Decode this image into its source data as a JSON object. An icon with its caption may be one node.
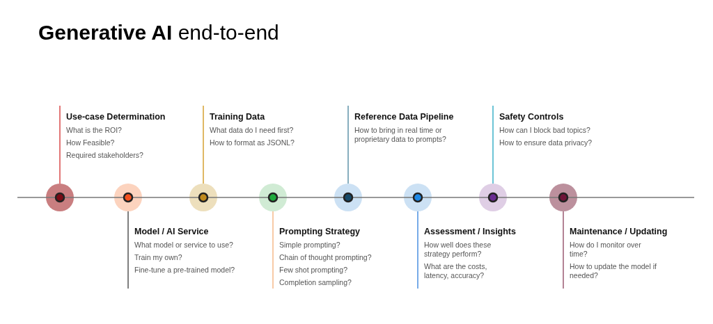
{
  "diagram": {
    "title": "**Generative AI** end-to-end",
    "nodes": [
      {
        "text": [
          "Use-case Determination",
          "What is the ROI?",
          "How Feasible?",
          "Required stakeholders?"
        ]
      },
      {
        "text": [
          "Model / AI Service",
          "What model or service to use?",
          "Train my own?",
          "Fine-tune a pre-trained model?"
        ]
      },
      {
        "text": [
          "Training Data",
          "What data do I need first?",
          "How to format as JSONL?"
        ]
      },
      {
        "text": [
          "Prompting Strategy",
          "Simple prompting?",
          "Chain of thought prompting?",
          "Few shot prompting?",
          "Completion sampling?"
        ]
      },
      {
        "text": [
          "Reference Data Pipeline",
          "How to bring in real time or proprietary data to prompts?"
        ]
      },
      {
        "text": [
          "Assessment / Insights",
          "How well does these strategy perform?",
          "What are the costs, latency, accuracy?"
        ]
      },
      {
        "text": [
          "Safety Controls",
          "How can I block bad topics?",
          "How to ensure data privacy?"
        ]
      },
      {
        "text": [
          "Maintenance / Updating",
          "How do I monitor over time?",
          "How to update the model if needed?"
        ]
      },
      {
        "text": [],
        "shape": "circle"
      },
      {
        "text": [],
        "shape": "circle"
      },
      {
        "text": [],
        "shape": "circle"
      },
      {
        "text": [],
        "shape": "circle"
      },
      {
        "text": [],
        "shape": "circle"
      },
      {
        "text": [],
        "shape": "circle"
      },
      {
        "text": [],
        "shape": "circle"
      },
      {
        "text": [],
        "shape": "circle"
      }
    ],
    "edges": [
      {
        "from": 0,
        "to": 8,
        "arrow": "none",
        "color": "#d84a4a"
      },
      {
        "from": 1,
        "to": 9,
        "arrow": "none",
        "color": "#555555"
      },
      {
        "from": 2,
        "to": 10,
        "arrow": "none",
        "color": "#d4a030"
      },
      {
        "from": 3,
        "to": 11,
        "arrow": "none",
        "color": "#f5b889"
      },
      {
        "from": 4,
        "to": 12,
        "arrow": "none",
        "color": "#5f93a8"
      },
      {
        "from": 5,
        "to": 13,
        "arrow": "none",
        "color": "#4a8fe0"
      },
      {
        "from": 6,
        "to": 14,
        "arrow": "none",
        "color": "#3bb0c9"
      },
      {
        "from": 7,
        "to": 15,
        "arrow": "none",
        "color": "#9a5a70"
      },
      {
        "from": 8,
        "to": 9,
        "arrow": "none"
      },
      {
        "from": 9,
        "to": 10,
        "arrow": "none"
      },
      {
        "from": 10,
        "to": 11,
        "arrow": "none"
      },
      {
        "from": 11,
        "to": 12,
        "arrow": "none"
      },
      {
        "from": 12,
        "to": 13,
        "arrow": "none"
      },
      {
        "from": 13,
        "to": 14,
        "arrow": "none"
      },
      {
        "from": 14,
        "to": 15,
        "arrow": "none"
      }
    ]
  }
}
